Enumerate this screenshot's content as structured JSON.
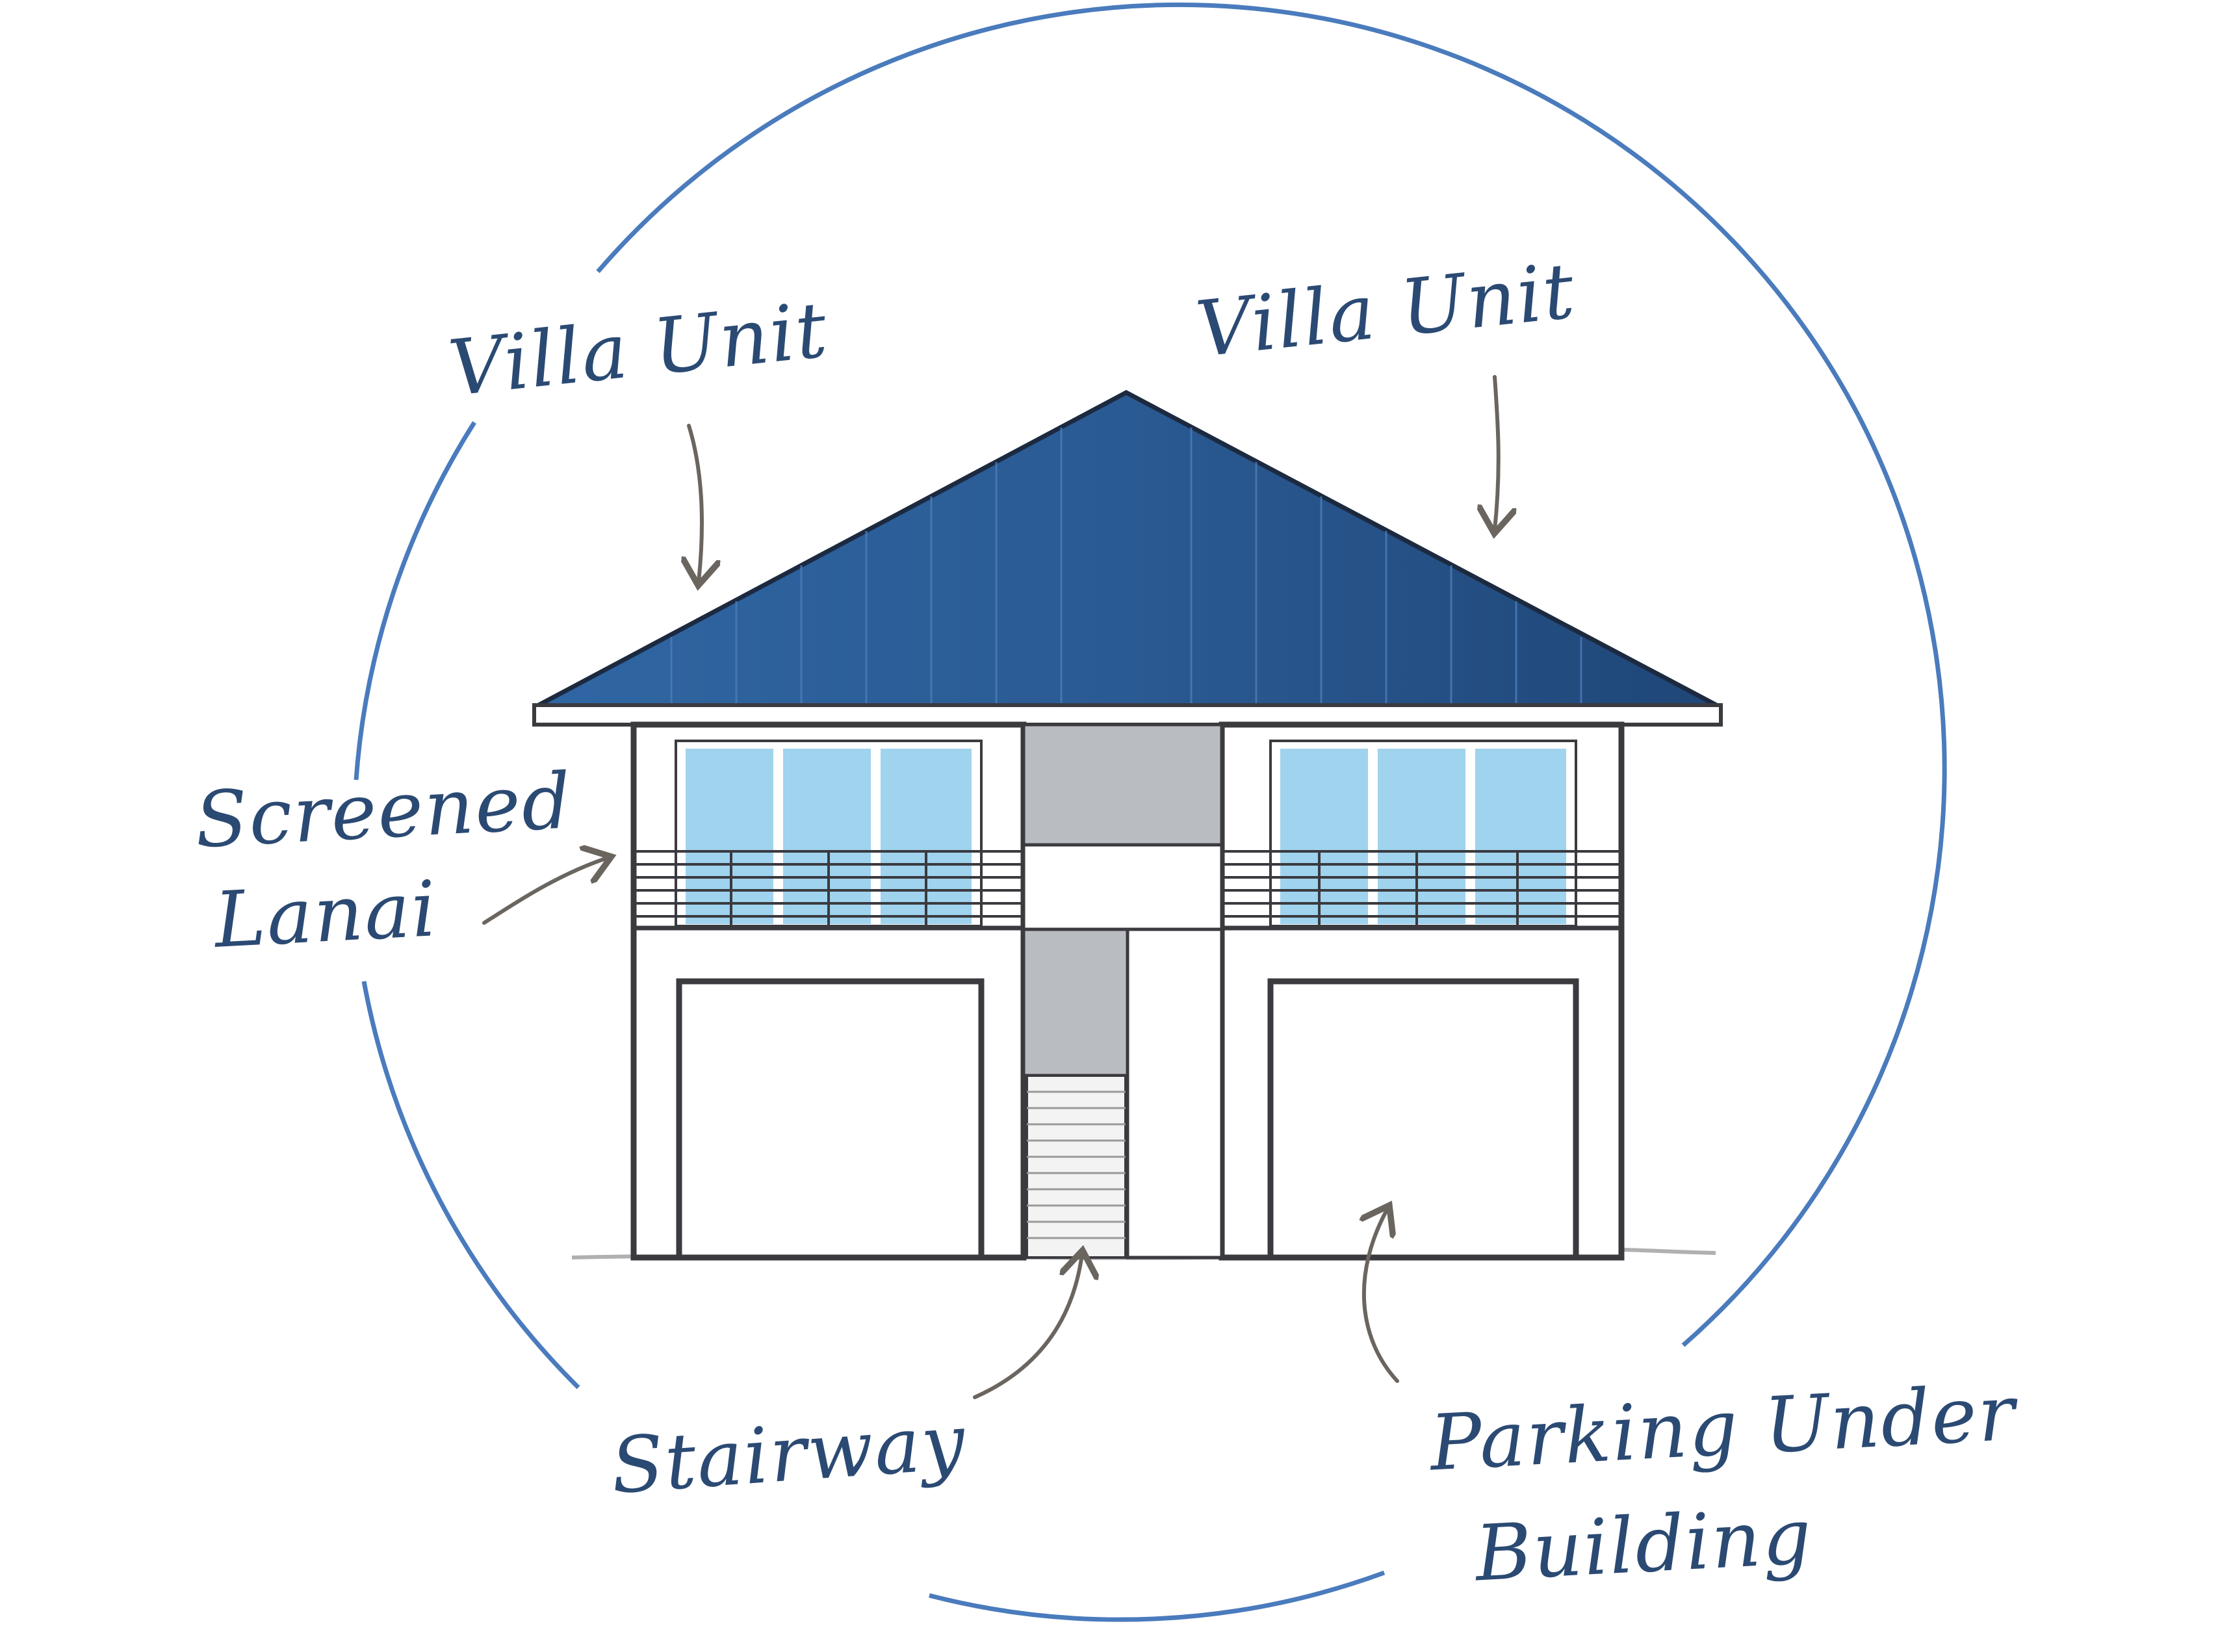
{
  "labels": {
    "villa_left": "Villa Unit",
    "villa_right": "Villa Unit",
    "screened_line1": "Screened",
    "screened_line2": "Lanai",
    "stairway": "Stairway",
    "parking_line1": "Parking Under",
    "parking_line2": "Building"
  },
  "colors": {
    "circle": "#4a7bbd",
    "roof": "#2a5a93",
    "label_text": "#2b4a73",
    "arrow": "#6b6560",
    "glass": "#9fd3ee",
    "concrete": "#b9bcc0",
    "outline": "#3a3a3f"
  }
}
